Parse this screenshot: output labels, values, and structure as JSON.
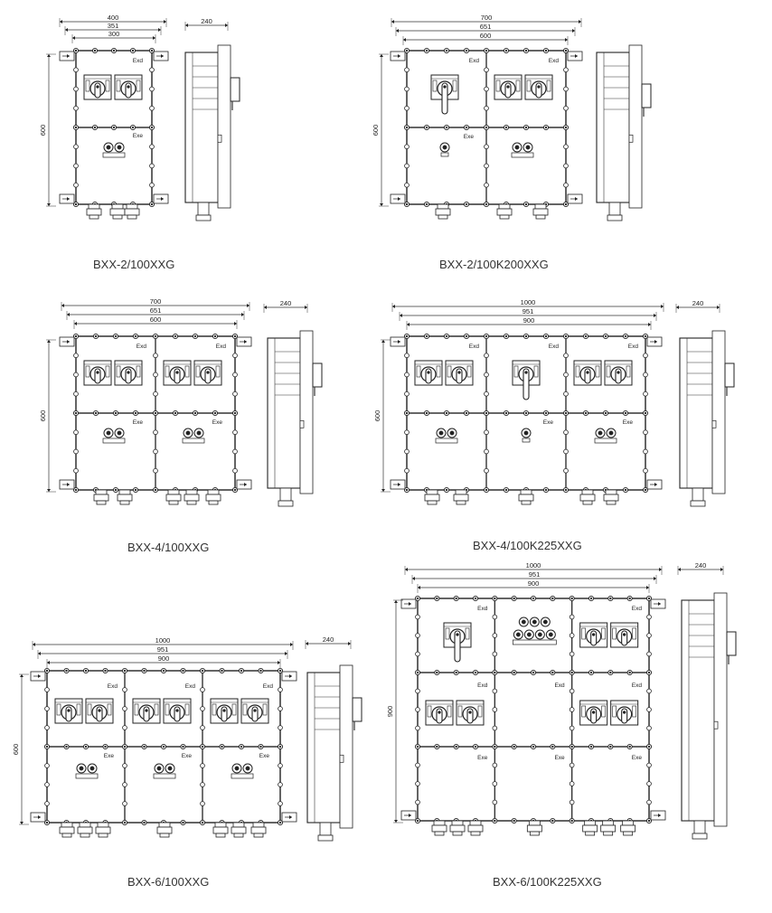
{
  "panels": [
    {
      "id": "p1",
      "model": "BXX-2/100XXG",
      "dims": {
        "overall": "400",
        "mid": "351",
        "inner": "300",
        "height": "600",
        "side": "240"
      },
      "labels": {
        "top": "Exd",
        "bottom": "Exe"
      }
    },
    {
      "id": "p2",
      "model": "BXX-2/100K200XXG",
      "dims": {
        "overall": "700",
        "mid": "651",
        "inner": "600",
        "height": "600",
        "side": ""
      },
      "labels": {
        "top": "Exd",
        "bottom": "Exe"
      }
    },
    {
      "id": "p3",
      "model": "BXX-4/100XXG",
      "dims": {
        "overall": "700",
        "mid": "651",
        "inner": "600",
        "height": "600",
        "side": "240"
      },
      "labels": {
        "top": "Exd",
        "bottom": "Exe"
      }
    },
    {
      "id": "p4",
      "model": "BXX-4/100K225XXG",
      "dims": {
        "overall": "1000",
        "mid": "951",
        "inner": "900",
        "height": "600",
        "side": "240"
      },
      "labels": {
        "top": "Exd",
        "bottom": "Exe"
      }
    },
    {
      "id": "p5",
      "model": "BXX-6/100XXG",
      "dims": {
        "overall": "1000",
        "mid": "951",
        "inner": "900",
        "height": "600",
        "side": "240"
      },
      "labels": {
        "top": "Exd",
        "bottom": "Exe"
      }
    },
    {
      "id": "p6",
      "model": "BXX-6/100K225XXG",
      "dims": {
        "overall": "1000",
        "mid": "951",
        "inner": "900",
        "height": "900",
        "side": "240"
      },
      "labels": {
        "top": "Exd",
        "bottom": "Exe"
      }
    }
  ]
}
